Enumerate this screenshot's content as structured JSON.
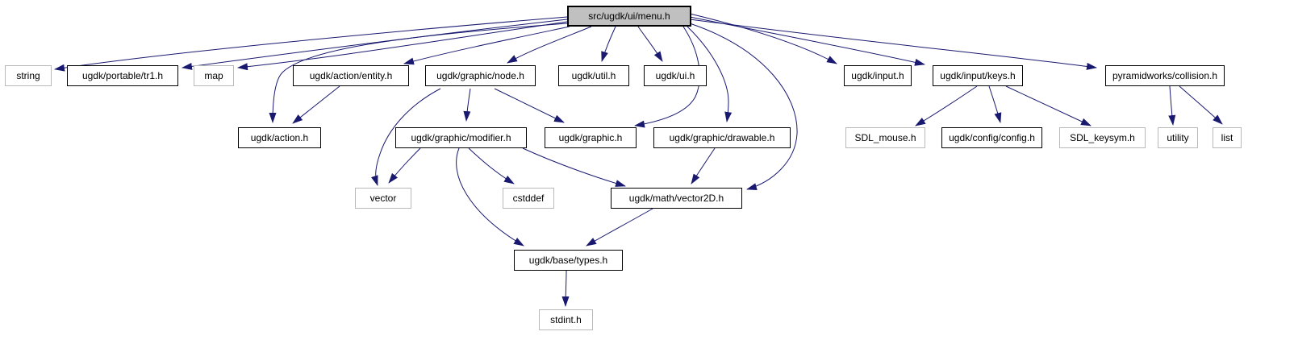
{
  "diagram": {
    "type": "include-dependency-graph",
    "root_label": "src/ugdk/ui/menu.h",
    "colors": {
      "edge": "#191970",
      "root_fill": "#c0c0c0",
      "documented_border": "#000000",
      "external_border": "#b9b9b9",
      "background": "#ffffff"
    },
    "nodes": [
      {
        "label": "src/ugdk/ui/menu.h",
        "kind": "root"
      },
      {
        "label": "string",
        "kind": "external"
      },
      {
        "label": "ugdk/portable/tr1.h",
        "kind": "documented"
      },
      {
        "label": "map",
        "kind": "external"
      },
      {
        "label": "ugdk/action/entity.h",
        "kind": "documented"
      },
      {
        "label": "ugdk/graphic/node.h",
        "kind": "documented"
      },
      {
        "label": "ugdk/util.h",
        "kind": "documented"
      },
      {
        "label": "ugdk/ui.h",
        "kind": "documented"
      },
      {
        "label": "ugdk/input.h",
        "kind": "documented"
      },
      {
        "label": "ugdk/input/keys.h",
        "kind": "documented"
      },
      {
        "label": "pyramidworks/collision.h",
        "kind": "documented"
      },
      {
        "label": "ugdk/action.h",
        "kind": "documented"
      },
      {
        "label": "ugdk/graphic/modifier.h",
        "kind": "documented"
      },
      {
        "label": "ugdk/graphic.h",
        "kind": "documented"
      },
      {
        "label": "ugdk/graphic/drawable.h",
        "kind": "documented"
      },
      {
        "label": "SDL_mouse.h",
        "kind": "external"
      },
      {
        "label": "ugdk/config/config.h",
        "kind": "documented"
      },
      {
        "label": "SDL_keysym.h",
        "kind": "external"
      },
      {
        "label": "utility",
        "kind": "external"
      },
      {
        "label": "list",
        "kind": "external"
      },
      {
        "label": "vector",
        "kind": "external"
      },
      {
        "label": "cstddef",
        "kind": "external"
      },
      {
        "label": "ugdk/math/vector2D.h",
        "kind": "documented"
      },
      {
        "label": "ugdk/base/types.h",
        "kind": "documented"
      },
      {
        "label": "stdint.h",
        "kind": "external"
      }
    ],
    "edges": [
      {
        "from": "src/ugdk/ui/menu.h",
        "to": "string"
      },
      {
        "from": "src/ugdk/ui/menu.h",
        "to": "ugdk/portable/tr1.h"
      },
      {
        "from": "src/ugdk/ui/menu.h",
        "to": "map"
      },
      {
        "from": "src/ugdk/ui/menu.h",
        "to": "ugdk/action/entity.h"
      },
      {
        "from": "src/ugdk/ui/menu.h",
        "to": "ugdk/graphic/node.h"
      },
      {
        "from": "src/ugdk/ui/menu.h",
        "to": "ugdk/util.h"
      },
      {
        "from": "src/ugdk/ui/menu.h",
        "to": "ugdk/ui.h"
      },
      {
        "from": "src/ugdk/ui/menu.h",
        "to": "ugdk/input.h"
      },
      {
        "from": "src/ugdk/ui/menu.h",
        "to": "ugdk/input/keys.h"
      },
      {
        "from": "src/ugdk/ui/menu.h",
        "to": "pyramidworks/collision.h"
      },
      {
        "from": "src/ugdk/ui/menu.h",
        "to": "ugdk/action.h"
      },
      {
        "from": "src/ugdk/ui/menu.h",
        "to": "ugdk/graphic.h"
      },
      {
        "from": "src/ugdk/ui/menu.h",
        "to": "ugdk/graphic/drawable.h"
      },
      {
        "from": "src/ugdk/ui/menu.h",
        "to": "ugdk/math/vector2D.h"
      },
      {
        "from": "ugdk/action/entity.h",
        "to": "ugdk/action.h"
      },
      {
        "from": "ugdk/graphic/node.h",
        "to": "ugdk/graphic/modifier.h"
      },
      {
        "from": "ugdk/graphic/node.h",
        "to": "ugdk/graphic.h"
      },
      {
        "from": "ugdk/graphic/node.h",
        "to": "vector"
      },
      {
        "from": "ugdk/graphic/modifier.h",
        "to": "vector"
      },
      {
        "from": "ugdk/graphic/modifier.h",
        "to": "cstddef"
      },
      {
        "from": "ugdk/graphic/modifier.h",
        "to": "ugdk/math/vector2D.h"
      },
      {
        "from": "ugdk/graphic/modifier.h",
        "to": "ugdk/base/types.h"
      },
      {
        "from": "ugdk/graphic/drawable.h",
        "to": "ugdk/math/vector2D.h"
      },
      {
        "from": "ugdk/math/vector2D.h",
        "to": "ugdk/base/types.h"
      },
      {
        "from": "ugdk/base/types.h",
        "to": "stdint.h"
      },
      {
        "from": "ugdk/input/keys.h",
        "to": "SDL_mouse.h"
      },
      {
        "from": "ugdk/input/keys.h",
        "to": "ugdk/config/config.h"
      },
      {
        "from": "ugdk/input/keys.h",
        "to": "SDL_keysym.h"
      },
      {
        "from": "pyramidworks/collision.h",
        "to": "utility"
      },
      {
        "from": "pyramidworks/collision.h",
        "to": "list"
      }
    ]
  }
}
